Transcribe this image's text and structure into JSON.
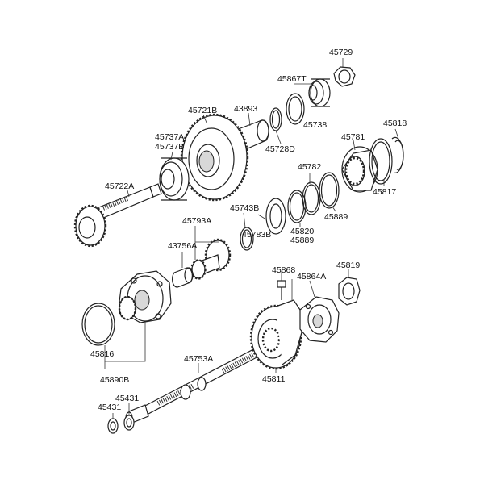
{
  "diagram": {
    "labels": [
      {
        "id": "l-45729",
        "text": "45729"
      },
      {
        "id": "l-45867T",
        "text": "45867T"
      },
      {
        "id": "l-43893",
        "text": "43893"
      },
      {
        "id": "l-45721B",
        "text": "45721B"
      },
      {
        "id": "l-45737A",
        "text": "45737A"
      },
      {
        "id": "l-45737B",
        "text": "45737B"
      },
      {
        "id": "l-45738",
        "text": "45738"
      },
      {
        "id": "l-45728D",
        "text": "45728D"
      },
      {
        "id": "l-45781",
        "text": "45781"
      },
      {
        "id": "l-45818",
        "text": "45818"
      },
      {
        "id": "l-45722A",
        "text": "45722A"
      },
      {
        "id": "l-45782",
        "text": "45782"
      },
      {
        "id": "l-45817",
        "text": "45817"
      },
      {
        "id": "l-45743B",
        "text": "45743B"
      },
      {
        "id": "l-45889a",
        "text": "45889"
      },
      {
        "id": "l-45793A",
        "text": "45793A"
      },
      {
        "id": "l-45820",
        "text": "45820"
      },
      {
        "id": "l-45889b",
        "text": "45889"
      },
      {
        "id": "l-45783B",
        "text": "45783B"
      },
      {
        "id": "l-43756A",
        "text": "43756A"
      },
      {
        "id": "l-45868",
        "text": "45868"
      },
      {
        "id": "l-45819",
        "text": "45819"
      },
      {
        "id": "l-45864A",
        "text": "45864A"
      },
      {
        "id": "l-45816",
        "text": "45816"
      },
      {
        "id": "l-45753A",
        "text": "45753A"
      },
      {
        "id": "l-45890B",
        "text": "45890B"
      },
      {
        "id": "l-45811",
        "text": "45811"
      },
      {
        "id": "l-45431a",
        "text": "45431"
      },
      {
        "id": "l-45431b",
        "text": "45431"
      }
    ]
  }
}
